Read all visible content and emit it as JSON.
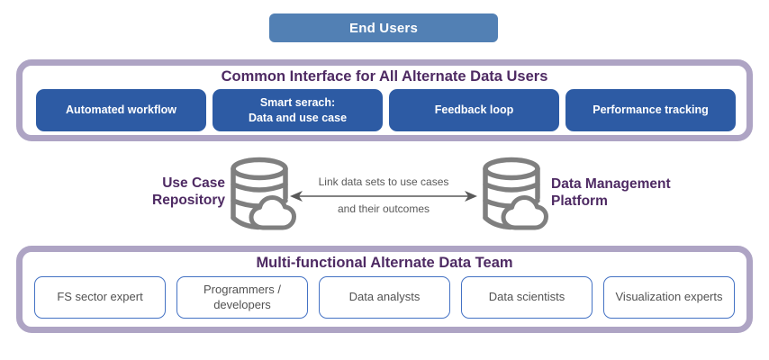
{
  "colors": {
    "accent_blue": "#5280B4",
    "dark_blue": "#2D5BA4",
    "purple_border": "#AEA4C4",
    "title_purple": "#4E2A63",
    "box_border_blue": "#4472C4",
    "icon_gray": "#7F7F7F",
    "text_gray": "#595959"
  },
  "end_users": {
    "label": "End Users"
  },
  "common_interface": {
    "title": "Common Interface for All Alternate Data Users",
    "buttons": [
      {
        "label": "Automated workflow"
      },
      {
        "label": "Smart serach:\nData and use case"
      },
      {
        "label": "Feedback loop"
      },
      {
        "label": "Performance tracking"
      }
    ]
  },
  "data_link": {
    "left_label": "Use Case\nRepository",
    "right_label": "Data Management\nPlatform",
    "left_icon": "database-cloud-icon",
    "right_icon": "database-cloud-icon",
    "arrow_text_line1": "Link data sets to use cases",
    "arrow_text_line2": "and their outcomes"
  },
  "team": {
    "title": "Multi-functional Alternate Data Team",
    "members": [
      {
        "label": "FS sector expert"
      },
      {
        "label": "Programmers /\ndevelopers"
      },
      {
        "label": "Data analysts"
      },
      {
        "label": "Data scientists"
      },
      {
        "label": "Visualization experts"
      }
    ]
  }
}
